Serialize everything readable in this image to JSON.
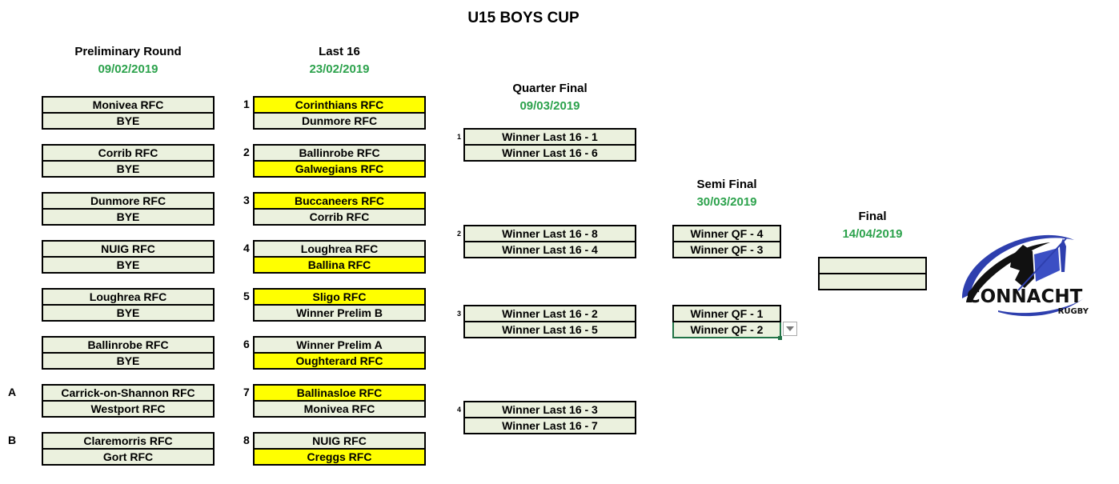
{
  "title": "U15 BOYS CUP",
  "rounds": [
    {
      "name": "Preliminary Round",
      "date": "09/02/2019"
    },
    {
      "name": "Last 16",
      "date": "23/02/2019"
    },
    {
      "name": "Quarter Final",
      "date": "09/03/2019"
    },
    {
      "name": "Semi Final",
      "date": "30/03/2019"
    },
    {
      "name": "Final",
      "date": "14/04/2019"
    }
  ],
  "preliminary": [
    {
      "label": "",
      "teams": [
        {
          "name": "Monivea RFC"
        },
        {
          "name": "BYE"
        }
      ]
    },
    {
      "label": "",
      "teams": [
        {
          "name": "Corrib RFC"
        },
        {
          "name": "BYE"
        }
      ]
    },
    {
      "label": "",
      "teams": [
        {
          "name": "Dunmore RFC"
        },
        {
          "name": "BYE"
        }
      ]
    },
    {
      "label": "",
      "teams": [
        {
          "name": "NUIG RFC"
        },
        {
          "name": "BYE"
        }
      ]
    },
    {
      "label": "",
      "teams": [
        {
          "name": "Loughrea RFC"
        },
        {
          "name": "BYE"
        }
      ]
    },
    {
      "label": "",
      "teams": [
        {
          "name": "Ballinrobe RFC"
        },
        {
          "name": "BYE"
        }
      ]
    },
    {
      "label": "A",
      "teams": [
        {
          "name": "Carrick-on-Shannon RFC"
        },
        {
          "name": "Westport RFC"
        }
      ]
    },
    {
      "label": "B",
      "teams": [
        {
          "name": "Claremorris RFC"
        },
        {
          "name": "Gort RFC"
        }
      ]
    }
  ],
  "last16": [
    {
      "label": "1",
      "teams": [
        {
          "name": "Corinthians RFC",
          "home": true
        },
        {
          "name": "Dunmore RFC"
        }
      ]
    },
    {
      "label": "2",
      "teams": [
        {
          "name": "Ballinrobe RFC"
        },
        {
          "name": "Galwegians RFC",
          "home": true
        }
      ]
    },
    {
      "label": "3",
      "teams": [
        {
          "name": "Buccaneers RFC",
          "home": true
        },
        {
          "name": "Corrib RFC"
        }
      ]
    },
    {
      "label": "4",
      "teams": [
        {
          "name": "Loughrea RFC"
        },
        {
          "name": "Ballina RFC",
          "home": true
        }
      ]
    },
    {
      "label": "5",
      "teams": [
        {
          "name": "Sligo RFC",
          "home": true
        },
        {
          "name": "Winner Prelim B"
        }
      ]
    },
    {
      "label": "6",
      "teams": [
        {
          "name": "Winner Prelim A"
        },
        {
          "name": "Oughterard RFC",
          "home": true
        }
      ]
    },
    {
      "label": "7",
      "teams": [
        {
          "name": "Ballinasloe RFC",
          "home": true
        },
        {
          "name": "Monivea RFC"
        }
      ]
    },
    {
      "label": "8",
      "teams": [
        {
          "name": "NUIG RFC"
        },
        {
          "name": "Creggs RFC",
          "home": true
        }
      ]
    }
  ],
  "quarter": [
    {
      "label": "1",
      "teams": [
        {
          "name": "Winner Last 16 - 1"
        },
        {
          "name": "Winner Last 16 - 6"
        }
      ]
    },
    {
      "label": "2",
      "teams": [
        {
          "name": "Winner Last 16 - 8"
        },
        {
          "name": "Winner Last 16 - 4"
        }
      ]
    },
    {
      "label": "3",
      "teams": [
        {
          "name": "Winner Last 16 - 2"
        },
        {
          "name": "Winner Last 16 - 5"
        }
      ]
    },
    {
      "label": "4",
      "teams": [
        {
          "name": "Winner Last 16 - 3"
        },
        {
          "name": "Winner Last 16 - 7"
        }
      ]
    }
  ],
  "semi": [
    {
      "label": "",
      "teams": [
        {
          "name": "Winner QF - 4"
        },
        {
          "name": "Winner QF - 3"
        }
      ]
    },
    {
      "label": "",
      "teams": [
        {
          "name": "Winner QF - 1"
        },
        {
          "name": "Winner QF - 2",
          "selected": true
        }
      ]
    }
  ],
  "final": [
    {
      "label": "",
      "teams": [
        {
          "name": ""
        },
        {
          "name": ""
        }
      ]
    }
  ],
  "logo": {
    "line1": "CONNACHT",
    "line2": "RUGBY"
  },
  "colors": {
    "home": "#ffff00",
    "cell": "#ebf1de",
    "date": "#2ca24c",
    "accent": "#2e3fae"
  }
}
